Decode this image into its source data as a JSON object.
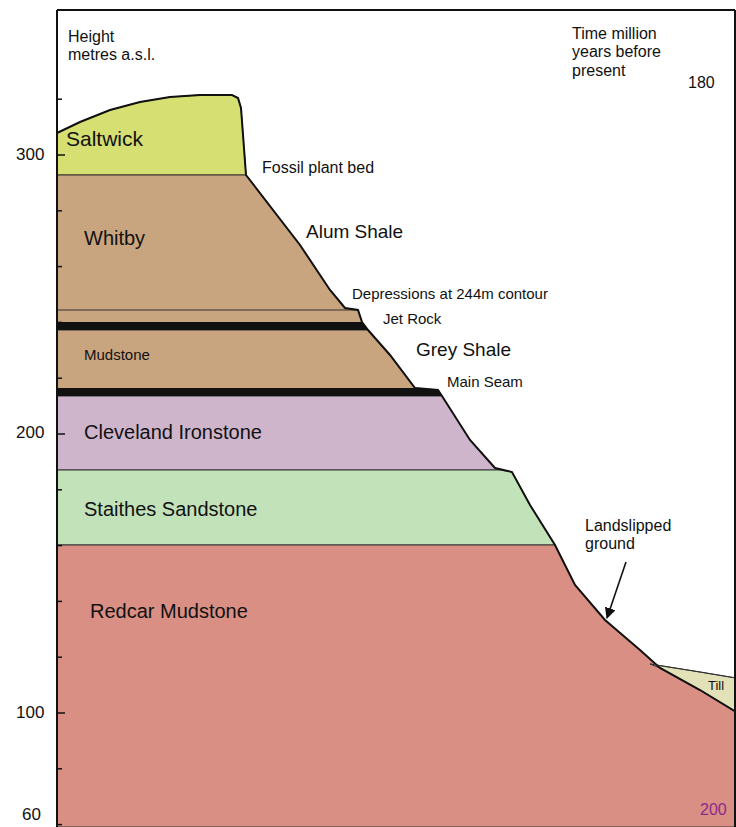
{
  "diagram": {
    "nodes": [
      {
        "text": [
          "Saltwick"
        ]
      },
      {
        "text": [
          "Whitby"
        ]
      },
      {
        "text": [
          "Mudstone"
        ]
      },
      {
        "text": [
          "Cleveland Ironstone"
        ]
      },
      {
        "text": [
          "Staithes Sandstone"
        ]
      },
      {
        "text": [
          "Redcar Mudstone"
        ]
      },
      {
        "text": [
          "Till"
        ]
      }
    ],
    "labels": [
      "Height metres a.s.l.",
      "Time million years before present",
      "180",
      "300",
      "Fossil plant bed",
      "Alum Shale",
      "Depressions at 244m contour",
      "Jet Rock",
      "Grey Shale",
      "Main Seam",
      "200",
      "Landslipped ground",
      "100",
      "60",
      "200"
    ]
  }
}
